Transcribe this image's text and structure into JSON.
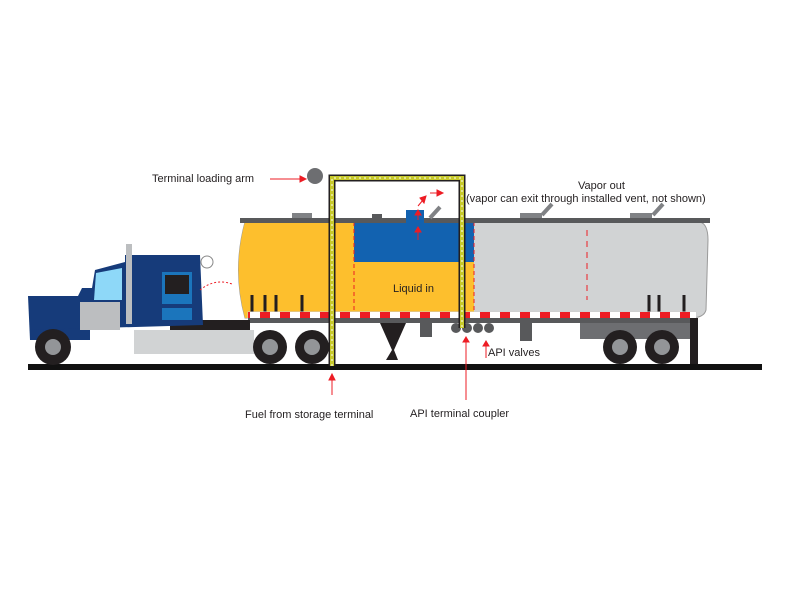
{
  "diagram": {
    "labels": {
      "loading_arm": "Terminal loading arm",
      "vapor_out": "Vapor out",
      "vapor_note": "(vapor can exit through installed vent, not shown)",
      "liquid_in": "Liquid in",
      "api_valves": "API valves",
      "fuel_from": "Fuel from storage terminal",
      "api_coupler": "API terminal coupler"
    },
    "colors": {
      "tank_yellow": "#fdbf2d",
      "vapor_blue": "#1262b0",
      "tank_gray": "#d1d3d4",
      "cab_blue": "#163b7a",
      "arrow_red": "#ed1c24",
      "hose_yellow": "#c7c92b"
    }
  }
}
